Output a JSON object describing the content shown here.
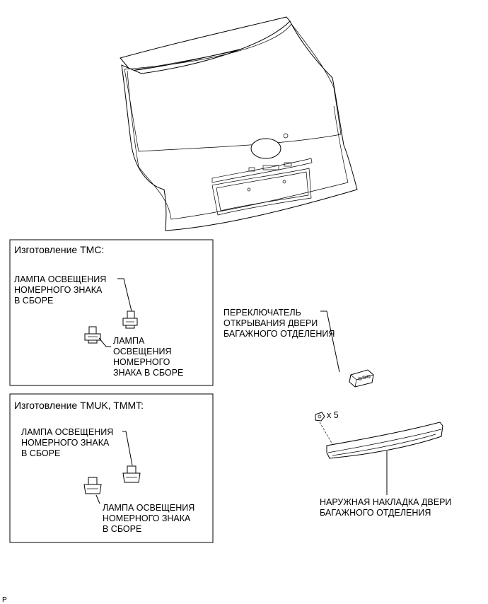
{
  "boxes": {
    "tmc": {
      "title": "Изготовление TMC:",
      "label_top": [
        "ЛАМПА ОСВЕЩЕНИЯ",
        "НОМЕРНОГО ЗНАКА",
        "В СБОРЕ"
      ],
      "label_bottom": [
        "ЛАМПА",
        "ОСВЕЩЕНИЯ",
        "НОМЕРНОГО",
        "ЗНАКА В СБОРЕ"
      ]
    },
    "tmuk": {
      "title": "Изготовление TMUK, TMMT:",
      "label_top": [
        "ЛАМПА ОСВЕЩЕНИЯ",
        "НОМЕРНОГО ЗНАКА",
        "В СБОРЕ"
      ],
      "label_bottom": [
        "ЛАМПА ОСВЕЩЕНИЯ",
        "НОМЕРНОГО ЗНАКА",
        "В СБОРЕ"
      ]
    }
  },
  "switch_label": [
    "ПЕРЕКЛЮЧАТЕЛЬ",
    "ОТКРЫВАНИЯ ДВЕРИ",
    "БАГАЖНОГО ОТДЕЛЕНИЯ"
  ],
  "clip_count": "x 5",
  "garnish_label": [
    "НАРУЖНАЯ НАКЛАДКА ДВЕРИ",
    "БАГАЖНОГО ОТДЕЛЕНИЯ"
  ],
  "corner_mark": "P"
}
